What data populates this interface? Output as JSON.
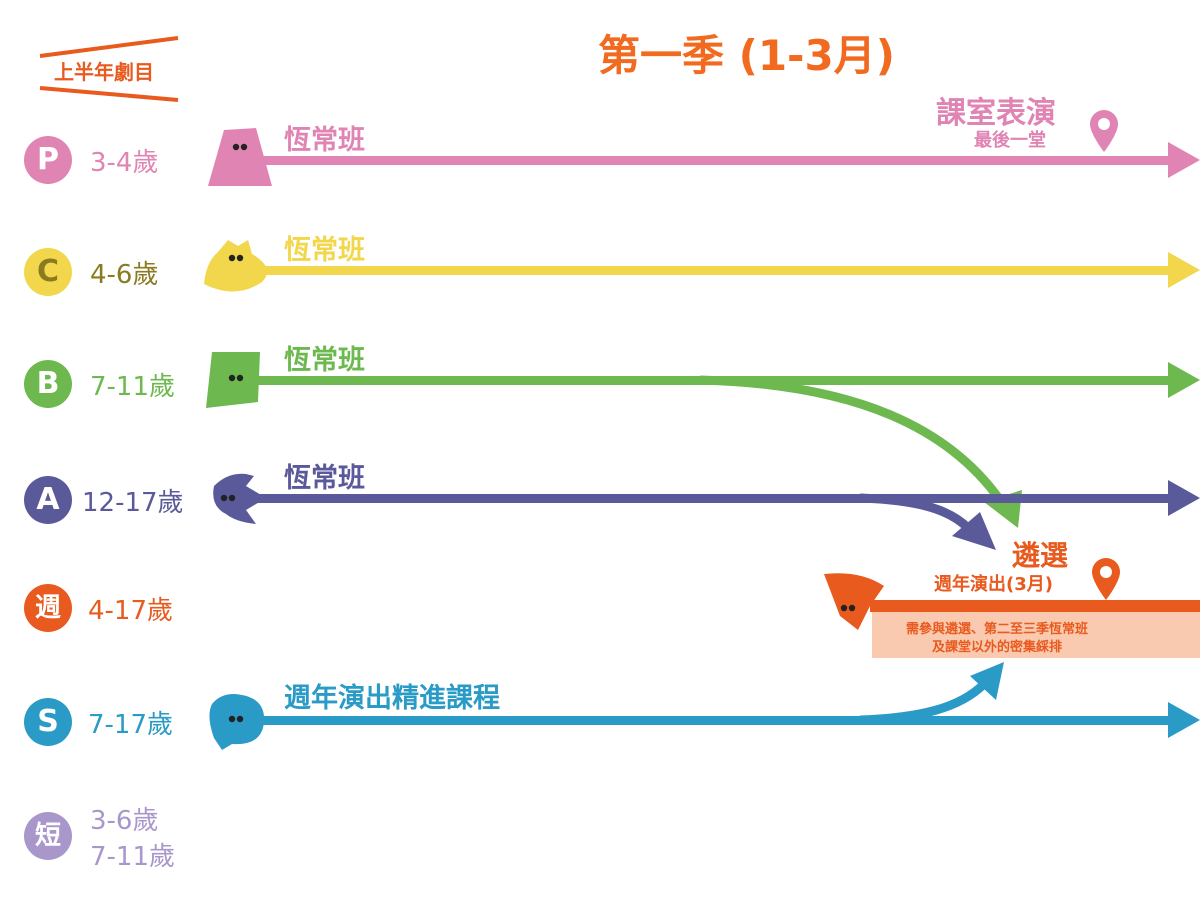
{
  "header": {
    "tag": "上半年劇目",
    "season_title": "第一季 (1-3月)"
  },
  "colors": {
    "P": "#E084B4",
    "C": "#F2D64B",
    "B": "#6DB94F",
    "A": "#5A5A9B",
    "W": "#E85A1E",
    "S": "#2A9AC6",
    "short": "#A997CB",
    "note_bg": "#F9C9B0",
    "dark_text": "#4A4A4A"
  },
  "rows": [
    {
      "badge": "P",
      "age": "3-4歲",
      "label": "恆常班"
    },
    {
      "badge": "C",
      "age": "4-6歲",
      "label": "恆常班"
    },
    {
      "badge": "B",
      "age": "7-11歲",
      "label": "恆常班"
    },
    {
      "badge": "A",
      "age": "12-17歲",
      "label": "恆常班"
    },
    {
      "badge": "週",
      "age": "4-17歲"
    },
    {
      "badge": "S",
      "age": "7-17歲",
      "label": "週年演出精進課程"
    },
    {
      "badge": "短",
      "age_line1": "3-6歲",
      "age_line2": "7-11歲"
    }
  ],
  "milestones": {
    "class_show_title": "課室表演",
    "class_show_sub": "最後一堂",
    "audition_title": "遴選",
    "audition_sub": "週年演出(3月)",
    "note_line1": "需參與遴選、第二至三季恆常班",
    "note_line2": "及課堂以外的密集綵排"
  },
  "icons": [
    "location-pin-icon",
    "mascot-icon",
    "arrow-icon"
  ]
}
